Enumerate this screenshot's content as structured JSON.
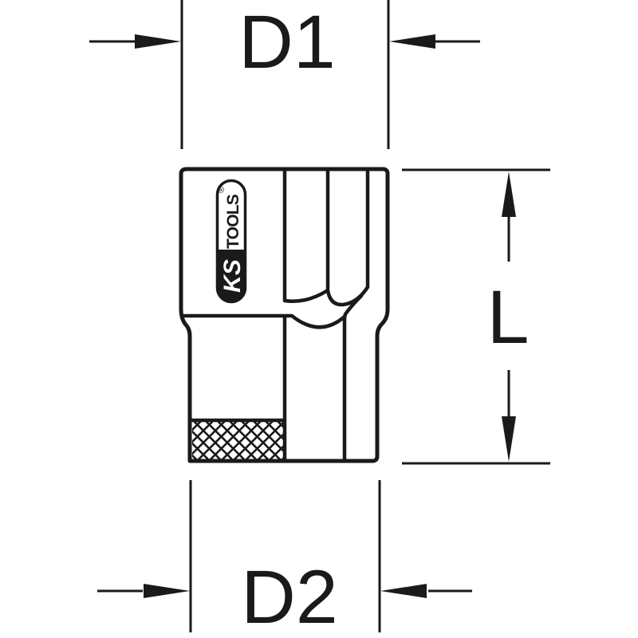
{
  "drawing": {
    "labels": {
      "d1": "D1",
      "d2": "D2",
      "l": "L"
    },
    "logo": {
      "ks": "KS",
      "tools": "TOOLS",
      "registered": "®"
    },
    "colors": {
      "ink": "#1a1a1a",
      "paper": "#ffffff"
    }
  }
}
